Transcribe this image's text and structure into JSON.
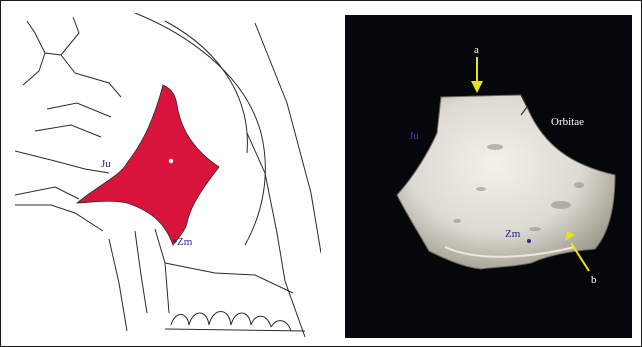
{
  "left_panel": {
    "labels": {
      "ju": "Ju",
      "zm": "Zm"
    },
    "colors": {
      "highlight": "#d9143c",
      "line": "#2b2b2b",
      "label": "#2a2a8a"
    }
  },
  "right_panel": {
    "labels": {
      "a": "a",
      "ju": "Ju",
      "orbitae": "Orbitae",
      "zm": "Zm",
      "b": "b"
    },
    "colors": {
      "background": "#06070a",
      "bone": "#dcdad2",
      "arrow": "#e6e21a",
      "label_blue": "#3b3bc8",
      "label_white": "#ffffff"
    }
  }
}
